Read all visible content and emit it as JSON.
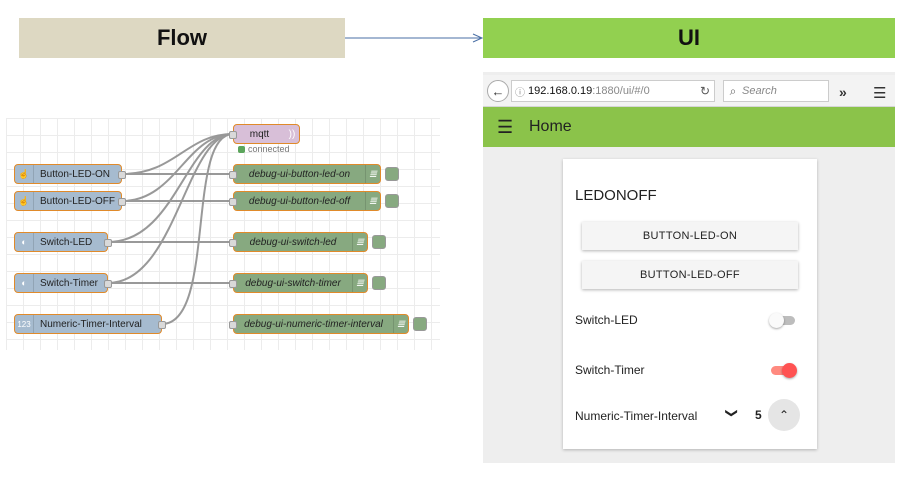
{
  "banners": {
    "flow": "Flow",
    "ui": "UI"
  },
  "flow": {
    "input_nodes": [
      {
        "label": "Button-LED-ON",
        "icon": "hand-pointer-icon"
      },
      {
        "label": "Button-LED-OFF",
        "icon": "hand-pointer-icon"
      },
      {
        "label": "Switch-LED",
        "icon": "toggle-icon"
      },
      {
        "label": "Switch-Timer",
        "icon": "toggle-icon"
      },
      {
        "label": "Numeric-Timer-Interval",
        "icon": "numeric-icon",
        "icon_text": "123"
      }
    ],
    "mqtt": {
      "label": "mqtt",
      "status": "connected",
      "status_color": "#5ba55b"
    },
    "debug_nodes": [
      {
        "label": "debug-ui-button-led-on"
      },
      {
        "label": "debug-ui-button-led-off"
      },
      {
        "label": "debug-ui-switch-led"
      },
      {
        "label": "debug-ui-switch-timer"
      },
      {
        "label": "debug-ui-numeric-timer-interval"
      }
    ]
  },
  "browser": {
    "back_icon": "back-arrow-icon",
    "url_host": "192.168.0.19",
    "url_path": ":1880/ui/#/0",
    "search_placeholder": "Search"
  },
  "app": {
    "title": "Home",
    "group_title": "LEDONOFF",
    "buttons": [
      "BUTTON-LED-ON",
      "BUTTON-LED-OFF"
    ],
    "switch_led": {
      "label": "Switch-LED",
      "on": false
    },
    "switch_timer": {
      "label": "Switch-Timer",
      "on": true,
      "accent": "#ff5252"
    },
    "numeric": {
      "label": "Numeric-Timer-Interval",
      "value": "5"
    }
  },
  "colors": {
    "flow_banner": "#ddd8c2",
    "ui_banner": "#92d050",
    "toolbar": "#8bc34a",
    "ui_node": "#a6bbcf",
    "debug_node": "#87a980",
    "mqtt_node": "#d8bfd8",
    "node_border": "#e08a2a"
  }
}
